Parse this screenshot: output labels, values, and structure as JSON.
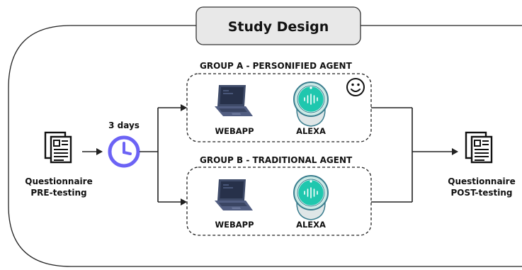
{
  "title": "Study Design",
  "pre": {
    "label_line1": "Questionnaire",
    "label_line2": "PRE-testing"
  },
  "post": {
    "label_line1": "Questionnaire",
    "label_line2": "POST-testing"
  },
  "delay": {
    "label": "3 days"
  },
  "group_a": {
    "title": "GROUP A - PERSONIFIED AGENT",
    "webapp": "WEBAPP",
    "alexa": "ALEXA"
  },
  "group_b": {
    "title": "GROUP B - TRADITIONAL AGENT",
    "webapp": "WEBAPP",
    "alexa": "ALEXA"
  },
  "icons": {
    "document": "document-icon",
    "clock": "clock-icon",
    "laptop": "laptop-icon",
    "echo": "echo-device-icon",
    "smiley": "smiley-face-icon"
  },
  "colors": {
    "clock": "#6c63f5",
    "laptop": "#3f4b69",
    "echo_ring": "#3a7d8e",
    "echo_face": "#1fc7ae",
    "title_box": "#e8e8e8"
  }
}
